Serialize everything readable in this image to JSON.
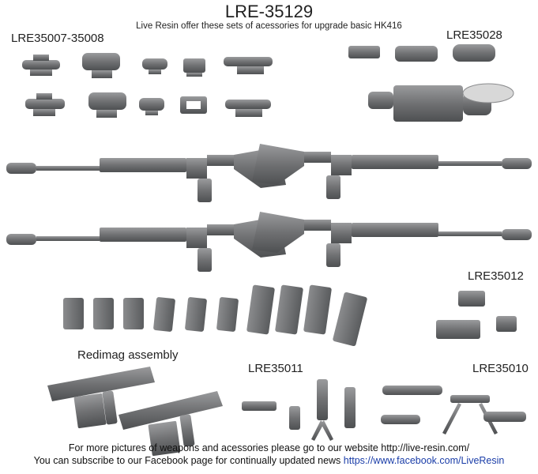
{
  "header": {
    "title": "LRE-35129",
    "subtitle": "Live Resin offer these sets of acessories for upgrade basic HK416"
  },
  "labels": {
    "optics_set": "LRE35007-35008",
    "night_vision_set": "LRE35028",
    "laser_set": "LRE35012",
    "redimag": "Redimag assembly",
    "grips_set": "LRE35011",
    "lights_set": "LRE35010"
  },
  "footer": {
    "line1": "For more pictures of weapons and acessories please go to our website http://live-resin.com/",
    "line2_text": "You can subscribe to our Facebook page for continually updated news ",
    "line2_link": "https://www.facebook.com/LiveResin"
  },
  "colors": {
    "model_gray": "#7d7e80",
    "model_dark": "#55575a",
    "link": "#1a3da8"
  }
}
